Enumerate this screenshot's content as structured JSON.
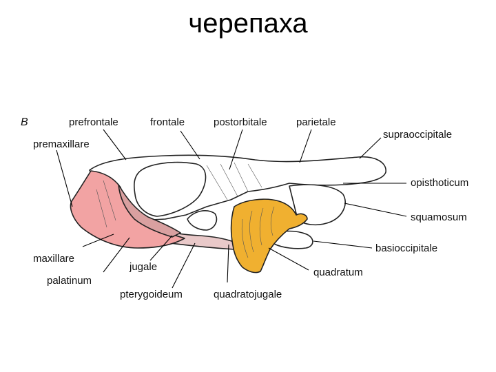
{
  "title": "черепаха",
  "panel_letter": "B",
  "labels": {
    "prefrontale": "prefrontale",
    "frontale": "frontale",
    "postorbitale": "postorbitale",
    "parietale": "parietale",
    "supraoccipitale": "supraoccipitale",
    "premaxillare": "premaxillare",
    "opisthoticum": "opisthoticum",
    "squamosum": "squamosum",
    "basioccipitale": "basioccipitale",
    "maxillare": "maxillare",
    "jugale": "jugale",
    "quadratum": "quadratum",
    "palatinum": "palatinum",
    "pterygoideum": "pterygoideum",
    "quadratojugale": "quadratojugale"
  },
  "colors": {
    "maxillare_fill": "#f2a3a3",
    "quadratum_fill": "#f0b030",
    "bone_fill": "#ffffff"
  }
}
